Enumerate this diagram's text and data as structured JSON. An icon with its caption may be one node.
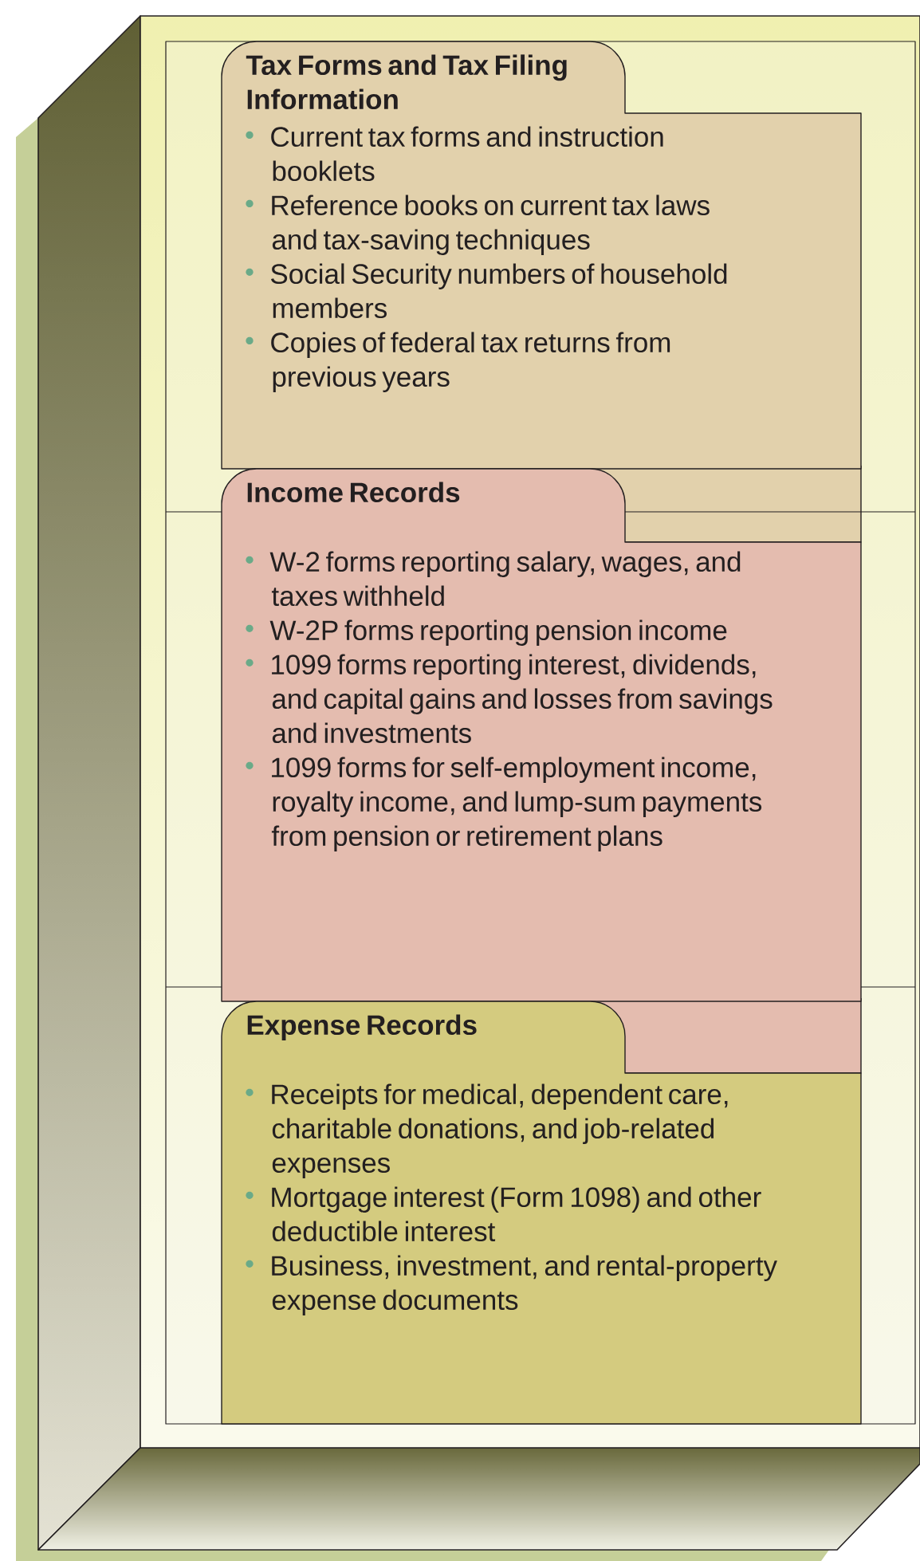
{
  "diagram": {
    "nodes": [
      {
        "text": [
          "Tax Forms and Tax Filing Information",
          "Current tax forms and instruction booklets",
          "Reference books on current tax laws and tax-saving techniques",
          "Social Security numbers of household members",
          "Copies of federal tax returns from previous years"
        ]
      },
      {
        "text": [
          "Income Records",
          "W-2 forms reporting salary, wages, and taxes withheld",
          "W-2P forms reporting pension income",
          "1099 forms reporting interest, dividends, and capital gains and losses from savings and investments",
          "1099 forms for self-employment income, royalty income, and lump-sum payments from pension or retirement plans"
        ]
      },
      {
        "text": [
          "Expense Records",
          "Receipts for medical, dependent care, charitable donations, and job-related expenses",
          "Mortgage interest (Form 1098) and other deductible interest",
          "Business, investment, and rental-property expense documents"
        ]
      }
    ]
  }
}
